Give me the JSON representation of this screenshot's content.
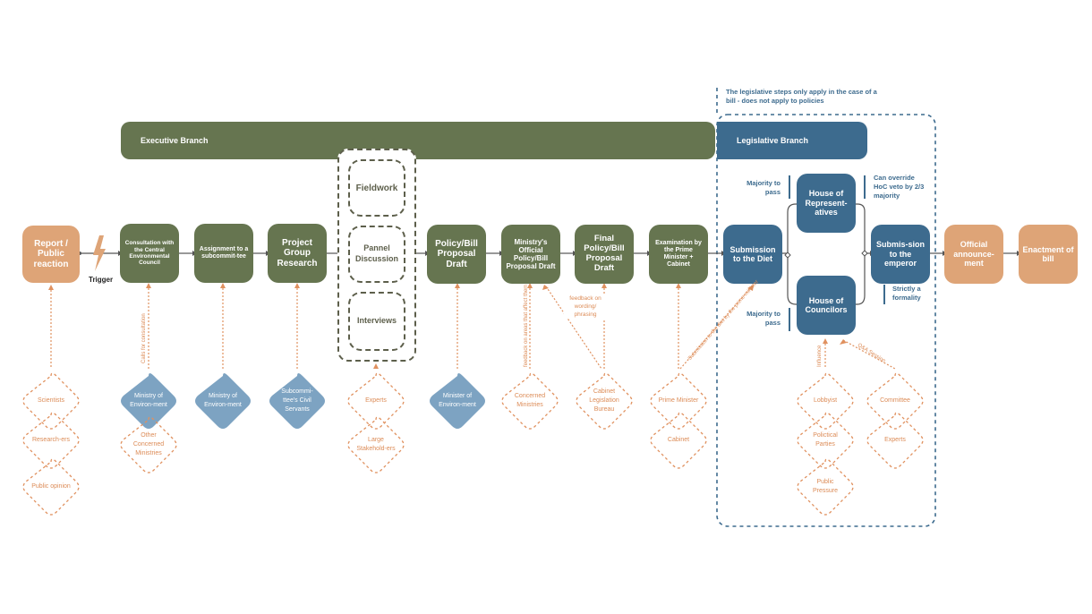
{
  "branches": {
    "executive": "Executive Branch",
    "legislative": "Legislative Branch",
    "note": "The legislative steps only apply in the case of a bill - does not apply to policies"
  },
  "trigger_label": "Trigger",
  "steps": {
    "report": "Report / Public reaction",
    "consultation": "Consultation with the Central Environmental Council",
    "assignment": "Assignment to a subcommit-tee",
    "project": "Project Group Research",
    "policy_draft": "Policy/Bill Proposal Draft",
    "official_draft": "Ministry's Official Policy/Bill Proposal Draft",
    "final_draft": "Final Policy/Bill Proposal Draft",
    "examination": "Examination by the Prime Minister + Cabinet",
    "submission_diet": "Submission to the Diet",
    "house_reps": "House of Represent-atives",
    "house_councilors": "House of Councilors",
    "submission_emperor": "Submis-sion to the emperor",
    "announcement": "Official announce-ment",
    "enactment": "Enactment of bill"
  },
  "research_methods": [
    "Fieldwork",
    "Pannel Discussion",
    "Interviews"
  ],
  "notes": {
    "majority_top": "Majority to pass",
    "majority_bottom": "Majority to pass",
    "override": "Can override HoC veto by 2/3 majority",
    "formality": "Strictly a formality"
  },
  "edge_labels": {
    "calls_consultation": "Calls for consultation",
    "feedback_areas": "feedback on areas that affect them",
    "feedback_wording": "feedback on wording/ phrasing",
    "submission_pm": "Submission to the diet by the prime minister",
    "influence": "Influence",
    "qa_session": "Q&A Session"
  },
  "actors": {
    "scientists": "Scientists",
    "researchers": "Research-ers",
    "public_opinion": "Public opinion",
    "ministry_env_1": "Ministry of Environ-ment",
    "other_ministries": "Other Concerned Ministries",
    "ministry_env_2": "Ministry of Environ-ment",
    "subcommittee_servants": "Subcommi-ttee's Civil Servants",
    "experts_1": "Experts",
    "large_stakeholders": "Large Stakehold-ers",
    "minister_env": "Minister of Environ-ment",
    "concerned_ministries": "Concerned Ministries",
    "cabinet_bureau": "Cabinet Legislation Bureau",
    "prime_minister": "Prime Minister",
    "cabinet": "Cabinet",
    "lobbyist": "Lobbyist",
    "political_parties": "Polictical Parties",
    "public_pressure": "Public Pressure",
    "committee": "Committee",
    "experts_2": "Experts"
  },
  "colors": {
    "orange": "#dea477",
    "green": "#667550",
    "blue": "#3d6b8e",
    "light_blue": "#7da3c2",
    "dash_orange": "#e0915f"
  }
}
